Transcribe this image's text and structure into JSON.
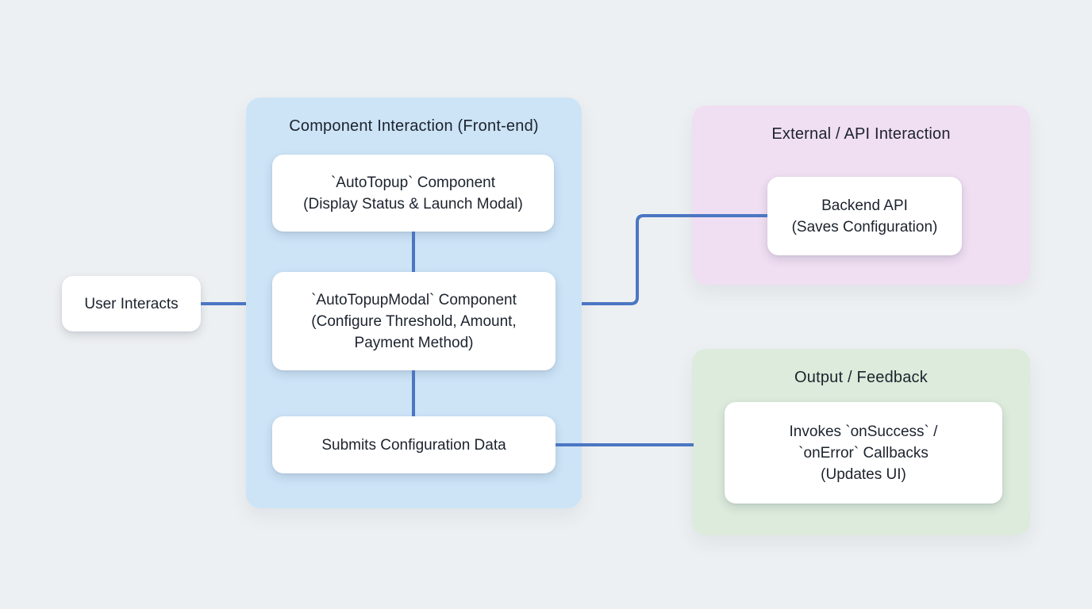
{
  "diagram": {
    "type": "flowchart",
    "colors": {
      "background": "#edf0f2",
      "frontend_group_bg": "#cde4f7",
      "api_group_bg": "#f0def2",
      "output_group_bg": "#dcebdb",
      "connector": "#4b76c2",
      "node_bg": "#ffffff",
      "text": "#1c232e"
    },
    "groups": {
      "frontend": {
        "title": "Component Interaction (Front-end)"
      },
      "api": {
        "title": "External / API Interaction"
      },
      "output": {
        "title": "Output / Feedback"
      }
    },
    "nodes": {
      "user_interacts": {
        "label": "User Interacts"
      },
      "autotopup": {
        "line1": "`AutoTopup` Component",
        "line2": "(Display Status & Launch Modal)"
      },
      "autotopup_modal": {
        "line1": "`AutoTopupModal` Component",
        "line2": "(Configure Threshold, Amount,",
        "line3": "Payment Method)"
      },
      "submits": {
        "label": "Submits Configuration Data"
      },
      "backend_api": {
        "line1": "Backend API",
        "line2": "(Saves Configuration)"
      },
      "callbacks": {
        "line1": "Invokes `onSuccess` /",
        "line2": "`onError` Callbacks",
        "line3": "(Updates UI)"
      }
    },
    "edges": [
      {
        "from": "user_interacts",
        "to": "frontend_group"
      },
      {
        "from": "autotopup",
        "to": "autotopup_modal"
      },
      {
        "from": "autotopup_modal",
        "to": "submits"
      },
      {
        "from": "frontend_group",
        "to": "backend_api"
      },
      {
        "from": "submits",
        "to": "output_group"
      }
    ]
  }
}
